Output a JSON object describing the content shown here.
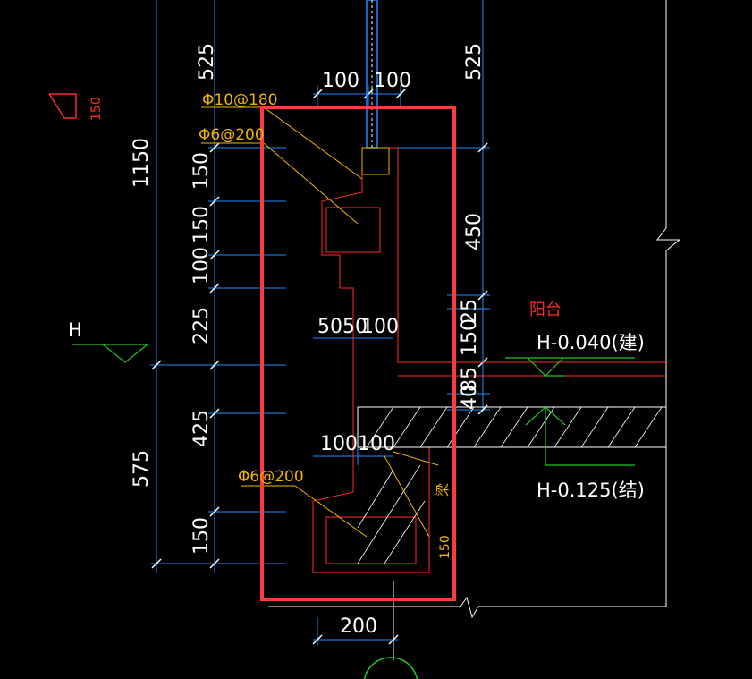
{
  "colors": {
    "background": "#000000",
    "dimension_line": "#1e8cff",
    "concrete_outline": "#ff2a2a",
    "rebar_leader": "#f0b400",
    "level_marker": "#22c722",
    "highlight_box": "#ff3b3b",
    "frame_line": "#ffffff"
  },
  "dimensions": {
    "top_left": "525",
    "top_right": "525",
    "left_total_upper": "1150",
    "left_total_lower": "575",
    "col_150_a": "150",
    "col_150_b": "150",
    "col_100": "100",
    "col_225": "225",
    "col_425": "425",
    "col_150_c": "150",
    "right_450": "450",
    "right_25": "25",
    "right_150": "150",
    "right_85": "85",
    "right_40": "40",
    "top_width_a": "100",
    "top_width_b": "100",
    "mid_5050": "5050",
    "mid_100": "100",
    "bottom_width_a": "100",
    "bottom_width_b": "100",
    "base_width": "200",
    "marker_150": "150",
    "inner_150": "150"
  },
  "rebar_labels": {
    "top_bar": "Φ10@180",
    "stirrup_upper": "Φ6@200",
    "stirrup_lower": "Φ6@200",
    "side_label": "梁"
  },
  "levels": {
    "h_marker": "H",
    "balcony_label": "阳台",
    "finish_level": "H-0.040(建)",
    "structure_level": "H-0.125(结)"
  }
}
